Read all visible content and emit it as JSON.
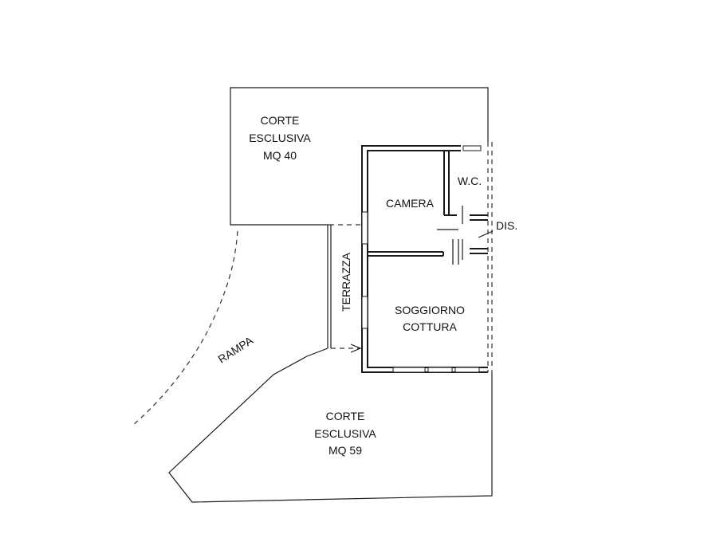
{
  "labels": {
    "corte_top": [
      "CORTE",
      "ESCLUSIVA",
      "MQ 40"
    ],
    "corte_bottom": [
      "CORTE",
      "ESCLUSIVA",
      "MQ 59"
    ],
    "camera": "CAMERA",
    "wc": "W.C.",
    "dis": "DIS.",
    "terrazza": "TERRAZZA",
    "soggiorno": [
      "SOGGIORNO",
      "COTTURA"
    ],
    "rampa": "RAMPA"
  },
  "colors": {
    "line": "#1a1a1a",
    "background": "#ffffff"
  }
}
